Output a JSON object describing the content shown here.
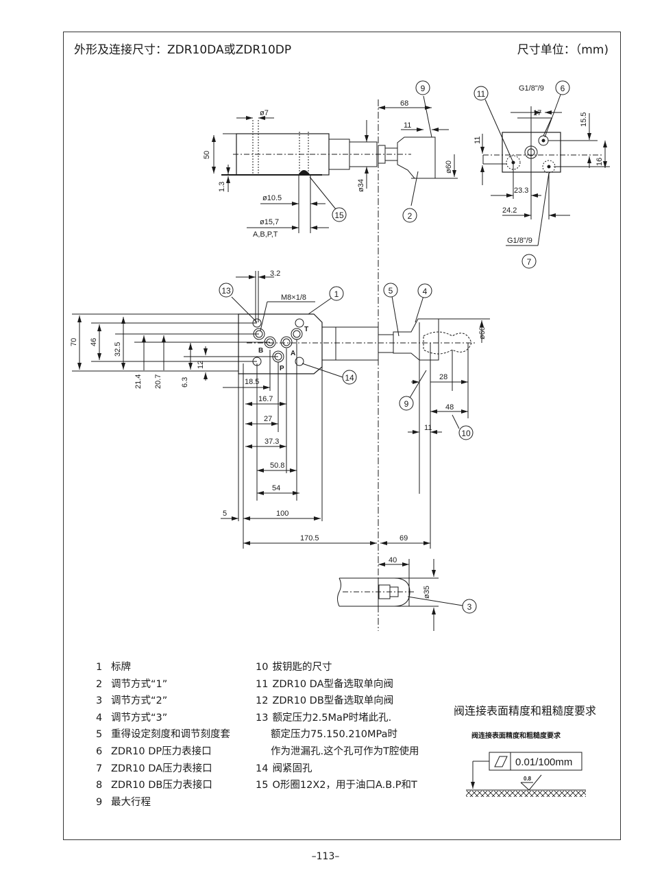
{
  "header": {
    "title": "外形及连接尺寸：ZDR10DA或ZDR10DP",
    "units": "尺寸单位：（mm)"
  },
  "drawing": {
    "top_view": {
      "dims": {
        "d7": "ø7",
        "h50": "50",
        "h1_3": "1.3",
        "d10_5": "ø10.5",
        "d15_7": "ø15,7",
        "ports": "A,B,P,T",
        "d34": "ø34",
        "l68": "68",
        "l11": "11",
        "d60": "ø60"
      },
      "callouts": [
        "15",
        "9",
        "2"
      ]
    },
    "end_view": {
      "dims": {
        "g1": "G1/8\"/9",
        "g2": "G1/8\"/9",
        "l17": "17",
        "l15_5": "15.5",
        "l11": "11",
        "l16": "16",
        "l23_3": "23.3",
        "l24_2": "24.2"
      },
      "callouts": [
        "11",
        "6",
        "7"
      ]
    },
    "front_view": {
      "dims": {
        "l3_2": "3.2",
        "m8": "M8×1/8",
        "h70": "70",
        "h46": "46",
        "h32_5": "32.5",
        "h21_4": "21.4",
        "h20_7": "20.7",
        "h6_3": "6.3",
        "h12": "12",
        "l18_5": "18.5",
        "l16_7": "16.7",
        "l27": "27",
        "l37_3": "37.3",
        "l50_8": "50.8",
        "l54": "54",
        "l5": "5",
        "l100": "100",
        "l170_5": "170.5",
        "l69": "69",
        "l28": "28",
        "l48": "48",
        "l11": "11",
        "d60": "ø60"
      },
      "port_labels": {
        "B": "B",
        "P": "P",
        "A": "A",
        "T": "T"
      },
      "callouts": [
        "13",
        "1",
        "5",
        "4",
        "14",
        "9",
        "10"
      ]
    },
    "option3_view": {
      "dims": {
        "l40": "40",
        "d35": "ø35"
      },
      "callouts": [
        "3"
      ]
    }
  },
  "legend": {
    "col1": [
      {
        "num": "1",
        "text": "标牌"
      },
      {
        "num": "2",
        "text": "调节方式“1”"
      },
      {
        "num": "3",
        "text": "调节方式“2”"
      },
      {
        "num": "4",
        "text": "调节方式“3”"
      },
      {
        "num": "5",
        "text": "重得设定刻度和调节刻度套"
      },
      {
        "num": "6",
        "text": "ZDR10  DP压力表接口"
      },
      {
        "num": "7",
        "text": "ZDR10  DA压力表接口"
      },
      {
        "num": "8",
        "text": "ZDR10  DB压力表接口"
      },
      {
        "num": "9",
        "text": "最大行程"
      }
    ],
    "col2": [
      {
        "num": "10",
        "text": "拔钥匙的尺寸"
      },
      {
        "num": "11",
        "text": "ZDR10  DA型备选取单向阀"
      },
      {
        "num": "12",
        "text": "ZDR10  DB型备选取单向阀"
      },
      {
        "num": "13",
        "text": "额定压力2.5MaP时堵此孔."
      },
      {
        "num": "",
        "text": "额定压力75.150.210MPa时"
      },
      {
        "num": "",
        "text": "作为泄漏孔.这个孔可作为T腔使用"
      },
      {
        "num": "14",
        "text": "阀紧固孔"
      },
      {
        "num": "15",
        "text": "O形圈12X2，用于油口A.B.P和T"
      }
    ]
  },
  "surface": {
    "title": "阀连接表面精度和粗糙度要求",
    "subtitle": "阀连接表面精度和粗糙度要求",
    "flatness": "0.01/100mm",
    "roughness": "0.8"
  },
  "footer": {
    "page": "–113–"
  }
}
